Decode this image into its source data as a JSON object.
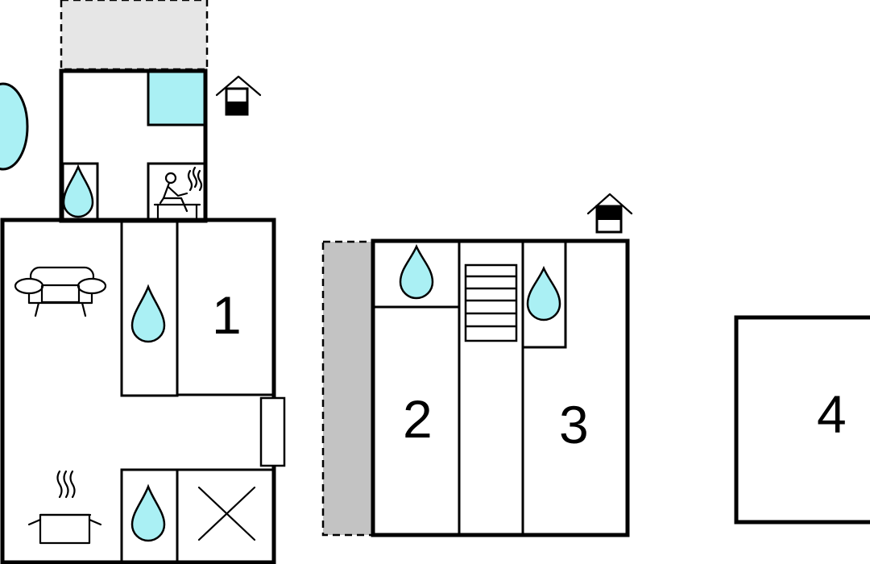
{
  "rooms": {
    "room_1": "1",
    "room_2": "2",
    "room_3": "3",
    "room_4": "4"
  },
  "colors": {
    "water": "#aaf0f4",
    "terrace_light": "#e6e6e6",
    "terrace_dark": "#c3c3c3",
    "wall": "#000000"
  },
  "icons": [
    "house-icon",
    "pool-icon",
    "sauna-icon",
    "bathroom-drop-icon",
    "sofa-icon",
    "kitchen-pot-icon",
    "staircase-icon",
    "storage-cross-icon"
  ]
}
